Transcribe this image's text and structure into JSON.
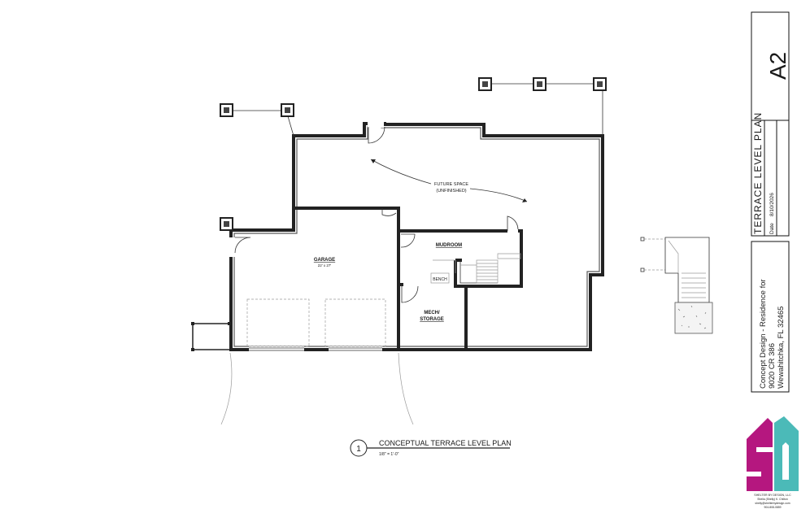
{
  "plan": {
    "future_space_line1": "FUTURE SPACE",
    "future_space_line2": "(UNFINISHED)",
    "garage_label": "GARAGE",
    "garage_size": "22' x 27'",
    "mudroom_label": "MUDROOM",
    "bench_label": "BENCH",
    "mech_label_line1": "MECH/",
    "mech_label_line2": "STORAGE"
  },
  "view_title": {
    "number": "1",
    "title": "CONCEPTUAL TERRACE LEVEL PLAN",
    "scale": "1/8\" = 1'-0\""
  },
  "title_block": {
    "sheet_number": "A2",
    "sheet_title": "TERRACE LEVEL PLAN",
    "date_label": "Date",
    "date_value": "8/10/2026",
    "project_line1": "Concept Design - Residence for",
    "project_line2": "9020 CR 386",
    "project_line3": "Wewahitchka, FL 32465"
  },
  "logo": {
    "letters": "SD",
    "company": "SHELTER BY DESIGN, LLC",
    "person": "Shelia (Shelly) K. Chilton",
    "email": "shelly@shelterbydesign.com",
    "phone": "904-808-0859",
    "colors": {
      "magenta": "#b5177f",
      "teal": "#4bbab8"
    }
  }
}
